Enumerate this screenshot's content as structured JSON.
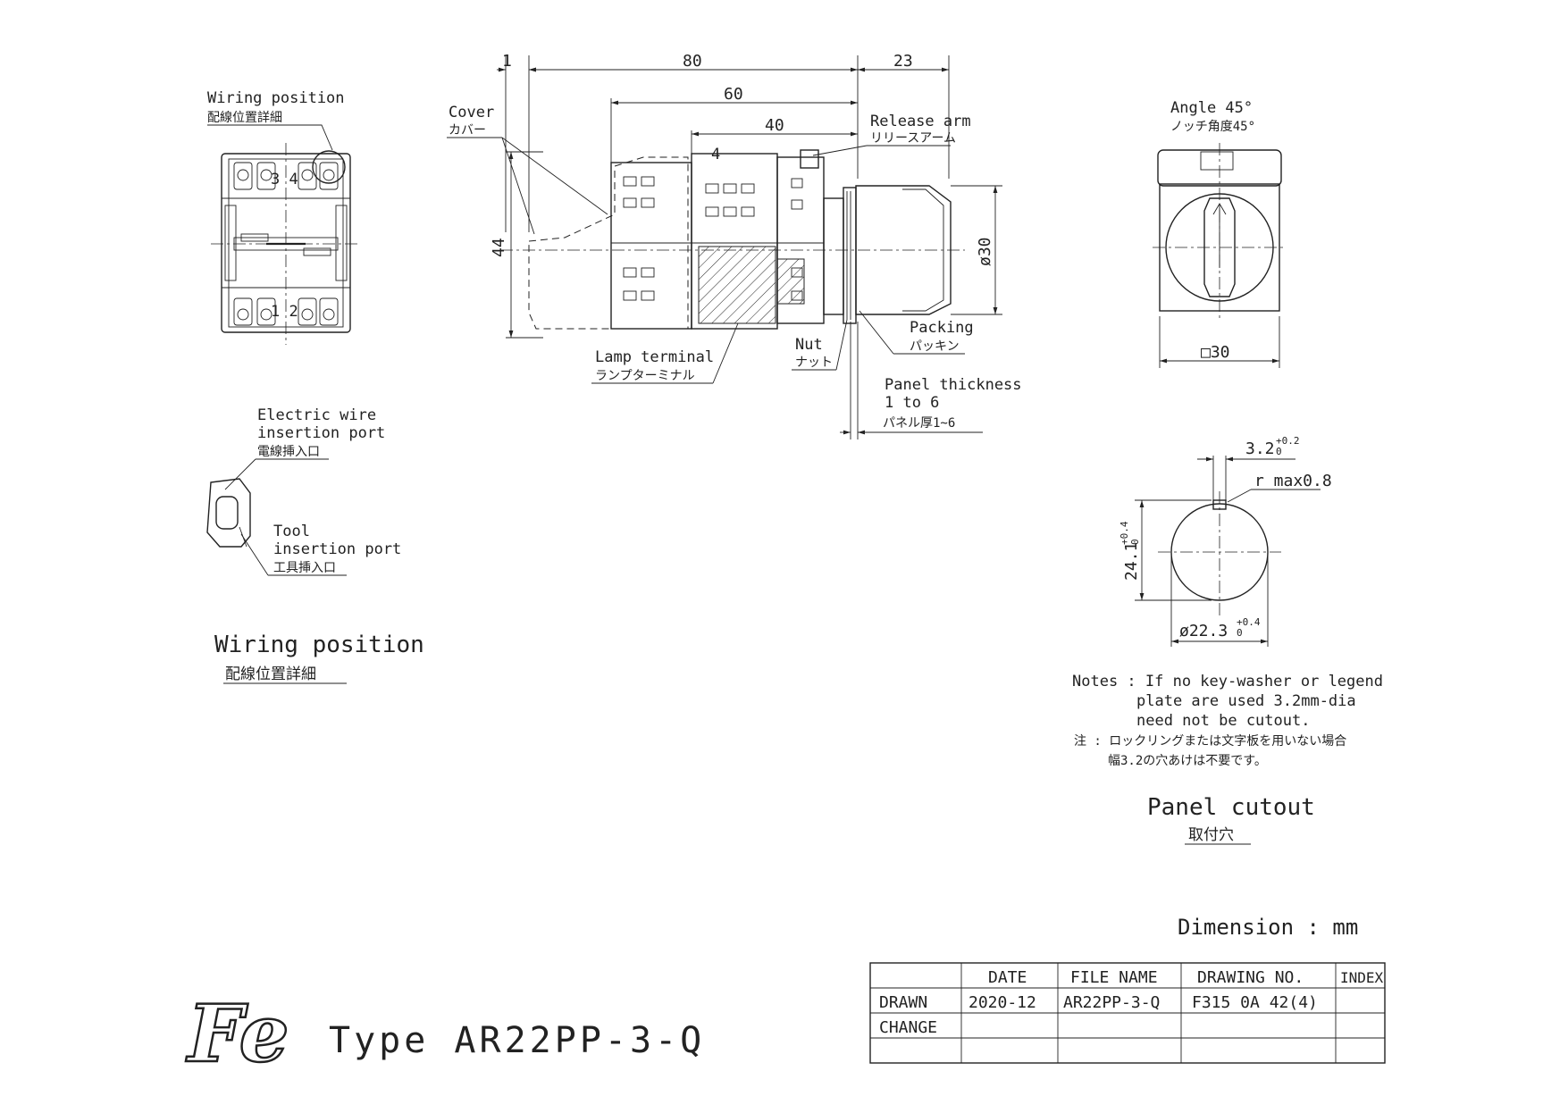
{
  "wiring_view": {
    "label_en": "Wiring position",
    "label_jp": "配線位置詳細",
    "terminal_top": "3 4",
    "terminal_bottom": "1 2",
    "caption_en": "Wiring position",
    "caption_jp": "配線位置詳細"
  },
  "port_detail": {
    "electric_en_1": "Electric wire",
    "electric_en_2": "insertion port",
    "electric_jp": "電線挿入口",
    "tool_en_1": "Tool",
    "tool_en_2": "insertion port",
    "tool_jp": "工具挿入口"
  },
  "side_view": {
    "dim_1": "1",
    "dim_80": "80",
    "dim_23": "23",
    "dim_60": "60",
    "dim_40": "40",
    "dim_44": "44",
    "dim_d30": "ø30",
    "terminal_4": "4",
    "cover_en": "Cover",
    "cover_jp": "カバー",
    "release_en": "Release arm",
    "release_jp": "リリースアーム",
    "packing_en": "Packing",
    "packing_jp": "パッキン",
    "nut_en": "Nut",
    "nut_jp": "ナット",
    "lamp_en": "Lamp terminal",
    "lamp_jp": "ランプターミナル",
    "panel_en_1": "Panel thickness",
    "panel_en_2": "1 to 6",
    "panel_jp": "パネル厚1~6"
  },
  "front_view": {
    "angle_en": "Angle 45°",
    "angle_jp": "ノッチ角度45°",
    "dim_sq30": "□30"
  },
  "cutout": {
    "dim_key": "3.2",
    "dim_key_tol_up": "+0.2",
    "dim_key_tol_lo": "0",
    "radius": "r max0.8",
    "dim_h": "24.1",
    "dim_h_tol_up": "+0.4",
    "dim_h_tol_lo": "0",
    "dim_d": "ø22.3",
    "dim_d_tol_up": "+0.4",
    "dim_d_tol_lo": "0",
    "caption_en": "Panel cutout",
    "caption_jp": "取付穴"
  },
  "notes": {
    "line1": "Notes : If no key-washer or legend",
    "line2": "plate are used 3.2mm-dia",
    "line3": "need not be cutout.",
    "line4": "注 : ロックリングまたは文字板を用いない場合",
    "line5": "幅3.2の穴あけは不要です。"
  },
  "dimension_unit": "Dimension : mm",
  "title_block": {
    "headers": [
      "",
      "DATE",
      "FILE NAME",
      "DRAWING NO.",
      "INDEX"
    ],
    "rows": [
      [
        "DRAWN",
        "2020-12",
        "AR22PP-3-Q",
        "F315 0A 42(4)",
        ""
      ],
      [
        "CHANGE",
        "",
        "",
        "",
        ""
      ],
      [
        "",
        "",
        "",
        "",
        ""
      ]
    ]
  },
  "logo_text": "Fe",
  "type_label": "Type  AR22PP-3-Q"
}
